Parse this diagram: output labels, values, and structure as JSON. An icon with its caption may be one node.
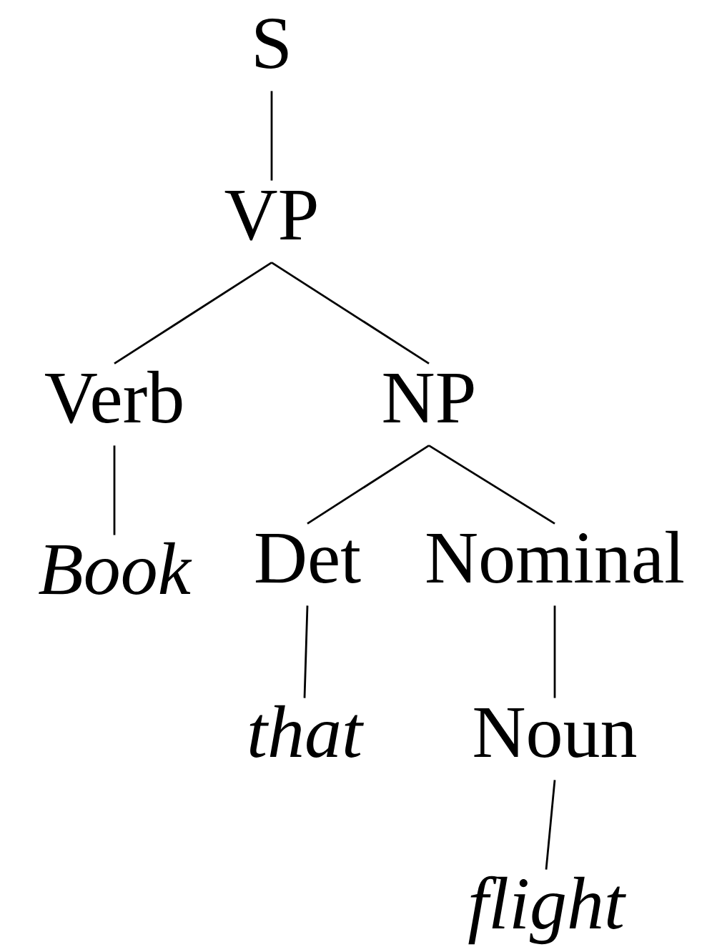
{
  "diagram": {
    "nodes": [
      {
        "text": [
          "S"
        ]
      },
      {
        "text": [
          "VP"
        ]
      },
      {
        "text": [
          "Verb"
        ]
      },
      {
        "text": [
          "NP"
        ]
      },
      {
        "text": [
          "Book"
        ]
      },
      {
        "text": [
          "Det"
        ]
      },
      {
        "text": [
          "Nominal"
        ]
      },
      {
        "text": [
          "that"
        ]
      },
      {
        "text": [
          "Noun"
        ]
      },
      {
        "text": [
          "flight"
        ]
      }
    ],
    "edges": [
      {
        "from": 0,
        "to": 1,
        "arrow": "none"
      },
      {
        "from": 1,
        "to": 2,
        "arrow": "none"
      },
      {
        "from": 1,
        "to": 3,
        "arrow": "none"
      },
      {
        "from": 2,
        "to": 4,
        "arrow": "none"
      },
      {
        "from": 3,
        "to": 5,
        "arrow": "none"
      },
      {
        "from": 3,
        "to": 6,
        "arrow": "none"
      },
      {
        "from": 5,
        "to": 7,
        "arrow": "none"
      },
      {
        "from": 6,
        "to": 8,
        "arrow": "none"
      },
      {
        "from": 8,
        "to": 9,
        "arrow": "none"
      }
    ]
  }
}
